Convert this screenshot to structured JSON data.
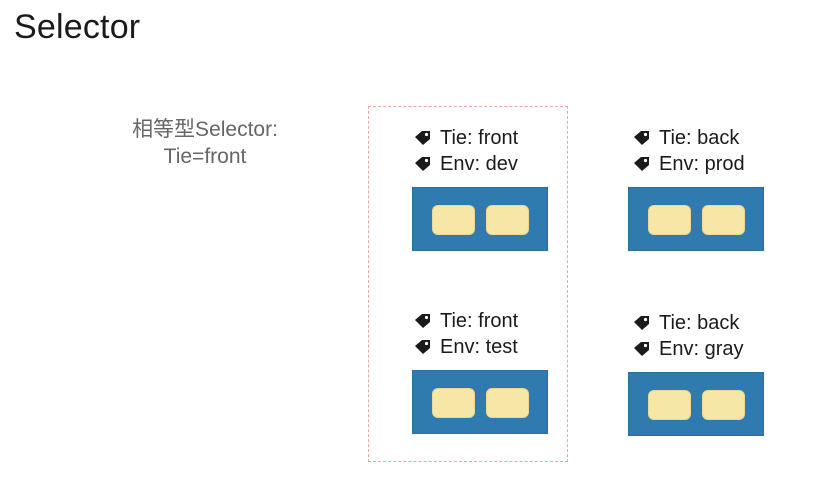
{
  "title": "Selector",
  "selector": {
    "line1": "相等型Selector:",
    "line2": "Tie=front"
  },
  "icon": "tag-icon",
  "colors": {
    "pod_fill": "#2f7bb0",
    "container_fill": "#f6e7a7",
    "dashed_border": "#e8a8a8"
  },
  "pods": [
    {
      "tie": "Tie: front",
      "env": "Env: dev",
      "selected": true,
      "containers": 2
    },
    {
      "tie": "Tie: back",
      "env": "Env: prod",
      "selected": false,
      "containers": 2
    },
    {
      "tie": "Tie: front",
      "env": "Env: test",
      "selected": true,
      "containers": 2
    },
    {
      "tie": "Tie: back",
      "env": "Env: gray",
      "selected": false,
      "containers": 2
    }
  ]
}
